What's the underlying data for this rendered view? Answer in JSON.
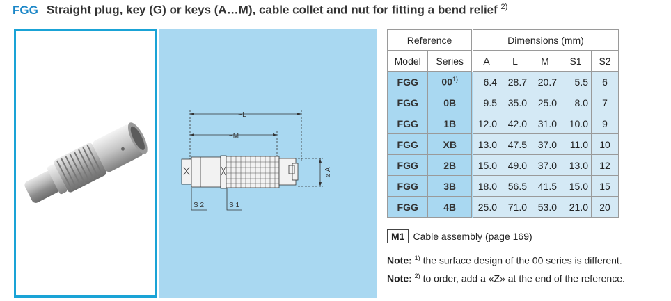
{
  "title": {
    "code": "FGG",
    "text": "Straight plug, key (G) or keys (A…M), cable collet and nut for fitting a bend relief",
    "note_ref": "2)"
  },
  "drawing": {
    "label_L": "~L",
    "label_M": "~M",
    "label_A": "ø A",
    "label_S2": "S 2",
    "label_S1": "S 1"
  },
  "table": {
    "group_headers": [
      "Reference",
      "Dimensions (mm)"
    ],
    "headers": [
      "Model",
      "Series",
      "A",
      "L",
      "M",
      "S1",
      "S2"
    ],
    "rows": [
      {
        "model": "FGG",
        "series": "00",
        "series_note": "1)",
        "A": "6.4",
        "L": "28.7",
        "M": "20.7",
        "S1": "5.5",
        "S2": "6"
      },
      {
        "model": "FGG",
        "series": "0B",
        "series_note": "",
        "A": "9.5",
        "L": "35.0",
        "M": "25.0",
        "S1": "8.0",
        "S2": "7"
      },
      {
        "model": "FGG",
        "series": "1B",
        "series_note": "",
        "A": "12.0",
        "L": "42.0",
        "M": "31.0",
        "S1": "10.0",
        "S2": "9"
      },
      {
        "model": "FGG",
        "series": "XB",
        "series_note": "",
        "A": "13.0",
        "L": "47.5",
        "M": "37.0",
        "S1": "11.0",
        "S2": "10"
      },
      {
        "model": "FGG",
        "series": "2B",
        "series_note": "",
        "A": "15.0",
        "L": "49.0",
        "M": "37.0",
        "S1": "13.0",
        "S2": "12"
      },
      {
        "model": "FGG",
        "series": "3B",
        "series_note": "",
        "A": "18.0",
        "L": "56.5",
        "M": "41.5",
        "S1": "15.0",
        "S2": "15"
      },
      {
        "model": "FGG",
        "series": "4B",
        "series_note": "",
        "A": "25.0",
        "L": "71.0",
        "M": "53.0",
        "S1": "21.0",
        "S2": "20"
      }
    ]
  },
  "m1": {
    "badge": "M1",
    "text": "Cable assembly (page 169)"
  },
  "notes": [
    {
      "label": "Note:",
      "ref": "1)",
      "text": "the surface design of the 00 series is different."
    },
    {
      "label": "Note:",
      "ref": "2)",
      "text": "to order, add a «Z» at the end of the reference."
    }
  ],
  "colors": {
    "accent": "#1a86c7",
    "panel": "#a9d8f1",
    "row": "#d4e9f5"
  }
}
